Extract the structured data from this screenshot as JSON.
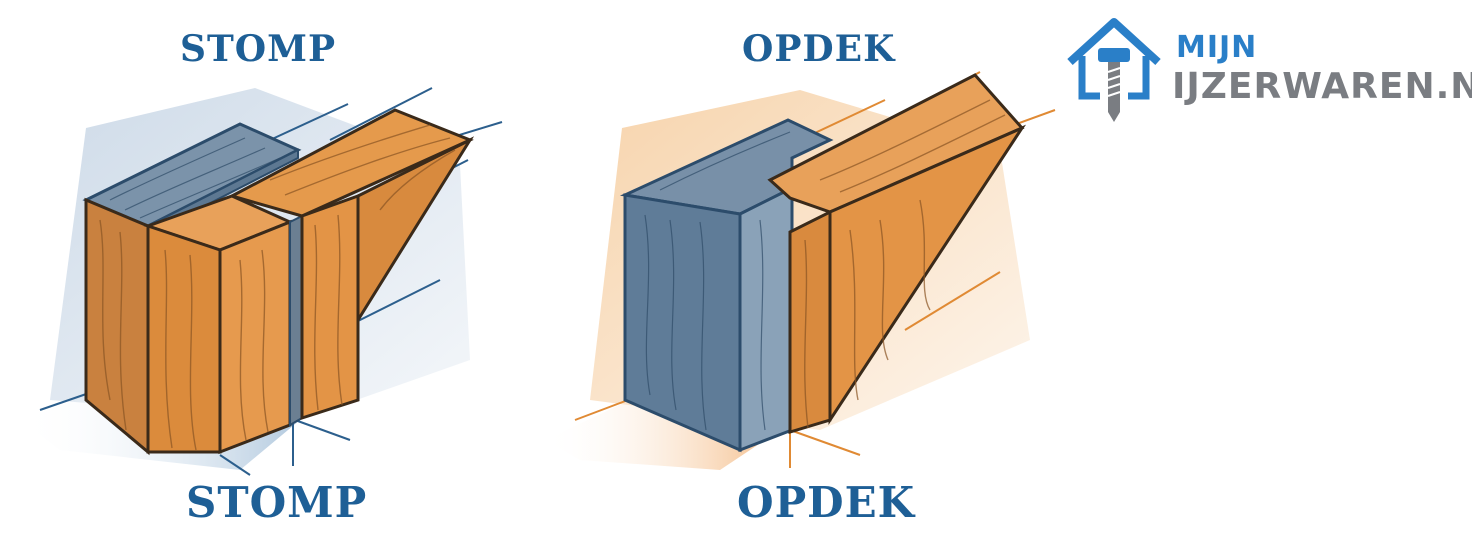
{
  "labels": {
    "left_top": "STOMP",
    "left_bottom": "STOMP",
    "right_top": "OPDEK",
    "right_bottom": "OPDEK"
  },
  "logo": {
    "line1": "MIJN",
    "line2": "IJZERWAREN.NL",
    "icon": "house-screw-icon"
  },
  "colors": {
    "label_blue": "#1e5f96",
    "blue_wood": "#6f8ba6",
    "orange_wood": "#e0913e",
    "logo_blue": "#2a7fc8",
    "logo_grey": "#7a7d82"
  }
}
